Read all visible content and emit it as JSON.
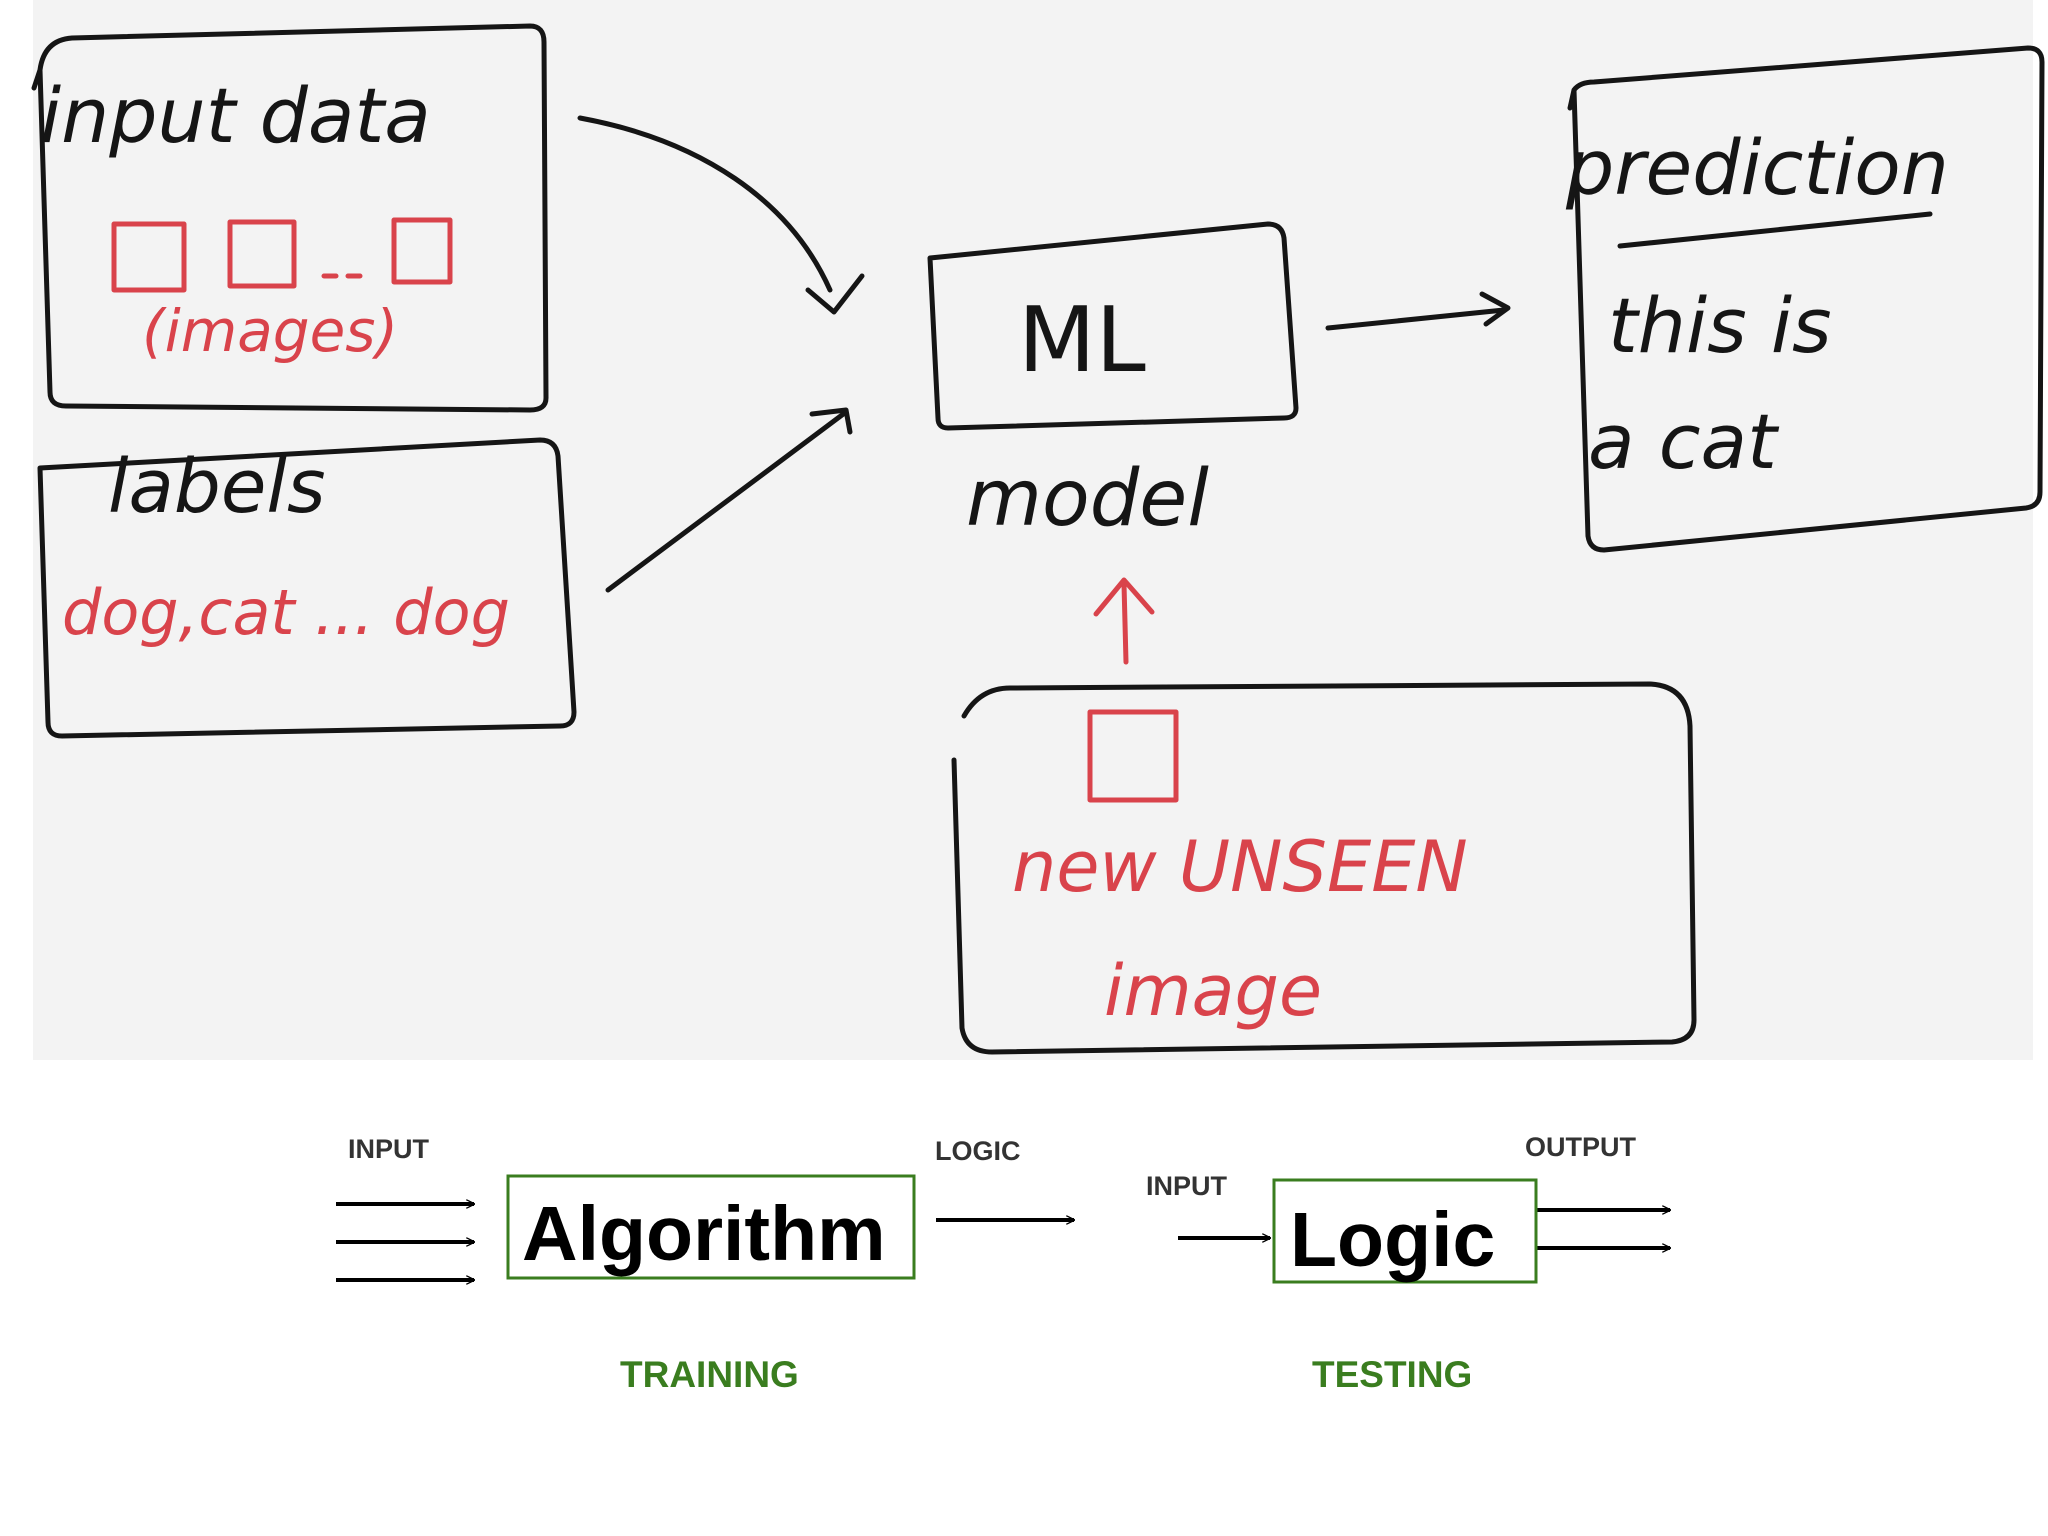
{
  "sketch": {
    "input_data": {
      "title": "input data",
      "images_caption": "(images)"
    },
    "labels": {
      "title": "labels",
      "values": "dog,cat ... dog"
    },
    "ml_box": {
      "label": "ML"
    },
    "model_caption": "model",
    "prediction": {
      "title": "prediction",
      "line1": "this is",
      "line2": "a cat"
    },
    "unseen": {
      "line1": "new UNSEEN",
      "line2": "image"
    },
    "ink_color": "#151515",
    "accent_color": "#d9434b",
    "board_color": "#f3f3f3"
  },
  "flow": {
    "training": {
      "input_label": "INPUT",
      "box_label": "Algorithm",
      "output_label": "LOGIC",
      "phase_label": "TRAINING"
    },
    "testing": {
      "input_label": "INPUT",
      "box_label": "Logic",
      "output_label": "OUTPUT",
      "phase_label": "TESTING"
    },
    "box_border_color": "#3a7d1f",
    "phase_color": "#3a7d1f"
  }
}
